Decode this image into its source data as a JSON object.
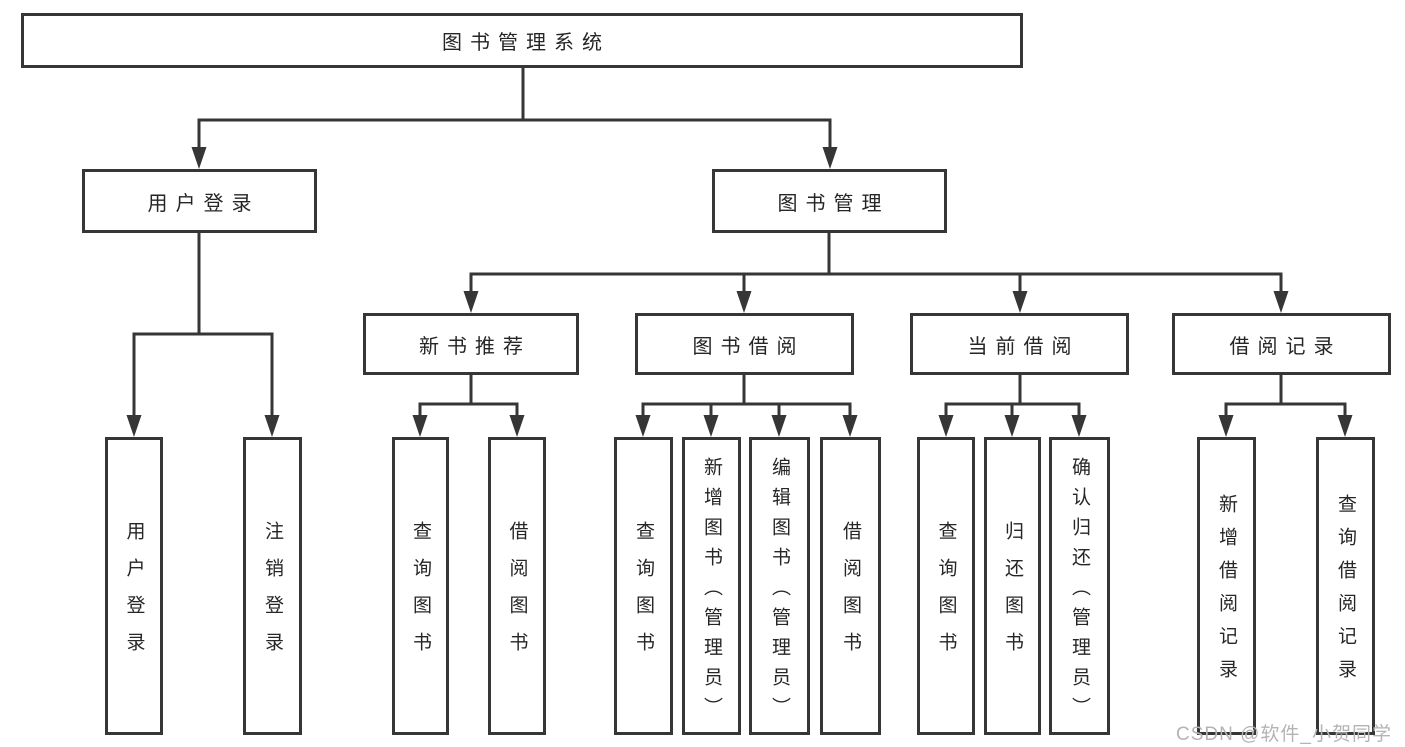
{
  "nodes": {
    "root": {
      "label": "图书管理系统"
    },
    "user_login": {
      "label": "用户登录"
    },
    "book_mgmt": {
      "label": "图书管理"
    },
    "new_book_rec": {
      "label": "新书推荐"
    },
    "book_borrow": {
      "label": "图书借阅"
    },
    "current_borrow": {
      "label": "当前借阅"
    },
    "borrow_record": {
      "label": "借阅记录"
    },
    "leaf_user_login": {
      "label": "用户登录"
    },
    "leaf_logout": {
      "label": "注销登录"
    },
    "leaf_query_book_1": {
      "label": "查询图书"
    },
    "leaf_borrow_book_1": {
      "label": "借阅图书"
    },
    "leaf_query_book_2": {
      "label": "查询图书"
    },
    "leaf_add_book": {
      "label": "新增图书（管理员）"
    },
    "leaf_edit_book": {
      "label": "编辑图书（管理员）"
    },
    "leaf_borrow_book_2": {
      "label": "借阅图书"
    },
    "leaf_query_book_3": {
      "label": "查询图书"
    },
    "leaf_return_book": {
      "label": "归还图书"
    },
    "leaf_confirm_return": {
      "label": "确认归还（管理员）"
    },
    "leaf_add_record": {
      "label": "新增借阅记录"
    },
    "leaf_query_record": {
      "label": "查询借阅记录"
    }
  },
  "edges": [
    {
      "from": "图书管理系统",
      "to": "用户登录"
    },
    {
      "from": "图书管理系统",
      "to": "图书管理"
    },
    {
      "from": "用户登录",
      "to": "用户登录"
    },
    {
      "from": "用户登录",
      "to": "注销登录"
    },
    {
      "from": "图书管理",
      "to": "新书推荐"
    },
    {
      "from": "图书管理",
      "to": "图书借阅"
    },
    {
      "from": "图书管理",
      "to": "当前借阅"
    },
    {
      "from": "图书管理",
      "to": "借阅记录"
    },
    {
      "from": "新书推荐",
      "to": "查询图书"
    },
    {
      "from": "新书推荐",
      "to": "借阅图书"
    },
    {
      "from": "图书借阅",
      "to": "查询图书"
    },
    {
      "from": "图书借阅",
      "to": "新增图书（管理员）"
    },
    {
      "from": "图书借阅",
      "to": "编辑图书（管理员）"
    },
    {
      "from": "图书借阅",
      "to": "借阅图书"
    },
    {
      "from": "当前借阅",
      "to": "查询图书"
    },
    {
      "from": "当前借阅",
      "to": "归还图书"
    },
    {
      "from": "当前借阅",
      "to": "确认归还（管理员）"
    },
    {
      "from": "借阅记录",
      "to": "新增借阅记录"
    },
    {
      "from": "借阅记录",
      "to": "查询借阅记录"
    }
  ],
  "watermark": {
    "text": "CSDN @软件_小贺同学"
  },
  "colors": {
    "line": "#363636",
    "text": "#262626",
    "watermark": "#b4b4b4",
    "background": "#ffffff"
  }
}
